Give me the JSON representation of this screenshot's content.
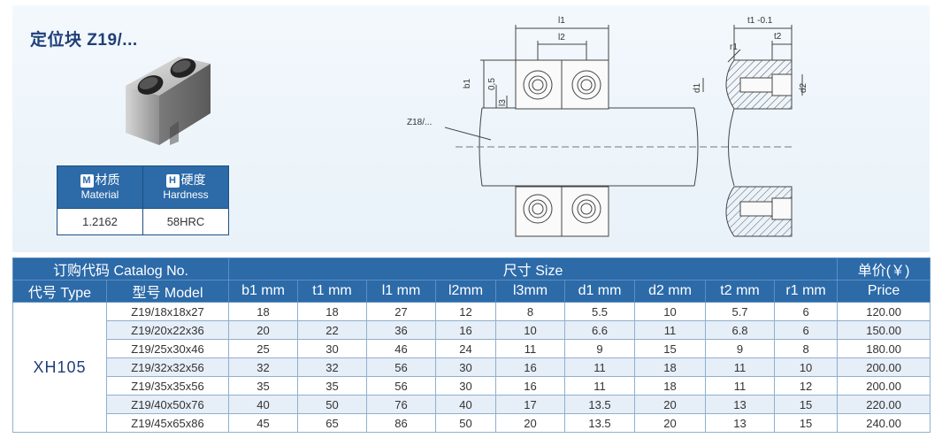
{
  "title": "定位块 Z19/...",
  "materials": {
    "material_badge": "M",
    "material_cn": "材质",
    "material_en": "Material",
    "hardness_badge": "H",
    "hardness_cn": "硬度",
    "hardness_en": "Hardness",
    "material_value": "1.2162",
    "hardness_value": "58HRC"
  },
  "drawing": {
    "l1": "l1",
    "l2": "l2",
    "b1": "b1",
    "l3": "l3",
    "d1": "d1",
    "d2": "d2",
    "t1_tol": "t1 -0.1",
    "t2": "t2",
    "r1": "r1",
    "ref_label": "Z18/...",
    "ref_dim": "0,5"
  },
  "table": {
    "catalog_header": "订购代码 Catalog No.",
    "size_header": "尺寸 Size",
    "price_header_cn": "单价(￥)",
    "price_header_en": "Price",
    "type_header": "代号 Type",
    "model_header": "型号 Model",
    "size_columns": [
      "b1 mm",
      "t1 mm",
      "l1 mm",
      "l2mm",
      "l3mm",
      "d1 mm",
      "d2 mm",
      "t2 mm",
      "r1 mm"
    ],
    "type_value": "XH105",
    "rows": [
      {
        "model": "Z19/18x18x27",
        "values": [
          "18",
          "18",
          "27",
          "12",
          "8",
          "5.5",
          "10",
          "5.7",
          "6"
        ],
        "price": "120.00"
      },
      {
        "model": "Z19/20x22x36",
        "values": [
          "20",
          "22",
          "36",
          "16",
          "10",
          "6.6",
          "11",
          "6.8",
          "6"
        ],
        "price": "150.00"
      },
      {
        "model": "Z19/25x30x46",
        "values": [
          "25",
          "30",
          "46",
          "24",
          "11",
          "9",
          "15",
          "9",
          "8"
        ],
        "price": "180.00"
      },
      {
        "model": "Z19/32x32x56",
        "values": [
          "32",
          "32",
          "56",
          "30",
          "16",
          "11",
          "18",
          "11",
          "10"
        ],
        "price": "200.00"
      },
      {
        "model": "Z19/35x35x56",
        "values": [
          "35",
          "35",
          "56",
          "30",
          "16",
          "11",
          "18",
          "11",
          "12"
        ],
        "price": "200.00"
      },
      {
        "model": "Z19/40x50x76",
        "values": [
          "40",
          "50",
          "76",
          "40",
          "17",
          "13.5",
          "20",
          "13",
          "15"
        ],
        "price": "220.00"
      },
      {
        "model": "Z19/45x65x86",
        "values": [
          "45",
          "65",
          "86",
          "50",
          "20",
          "13.5",
          "20",
          "13",
          "15"
        ],
        "price": "240.00"
      }
    ]
  }
}
